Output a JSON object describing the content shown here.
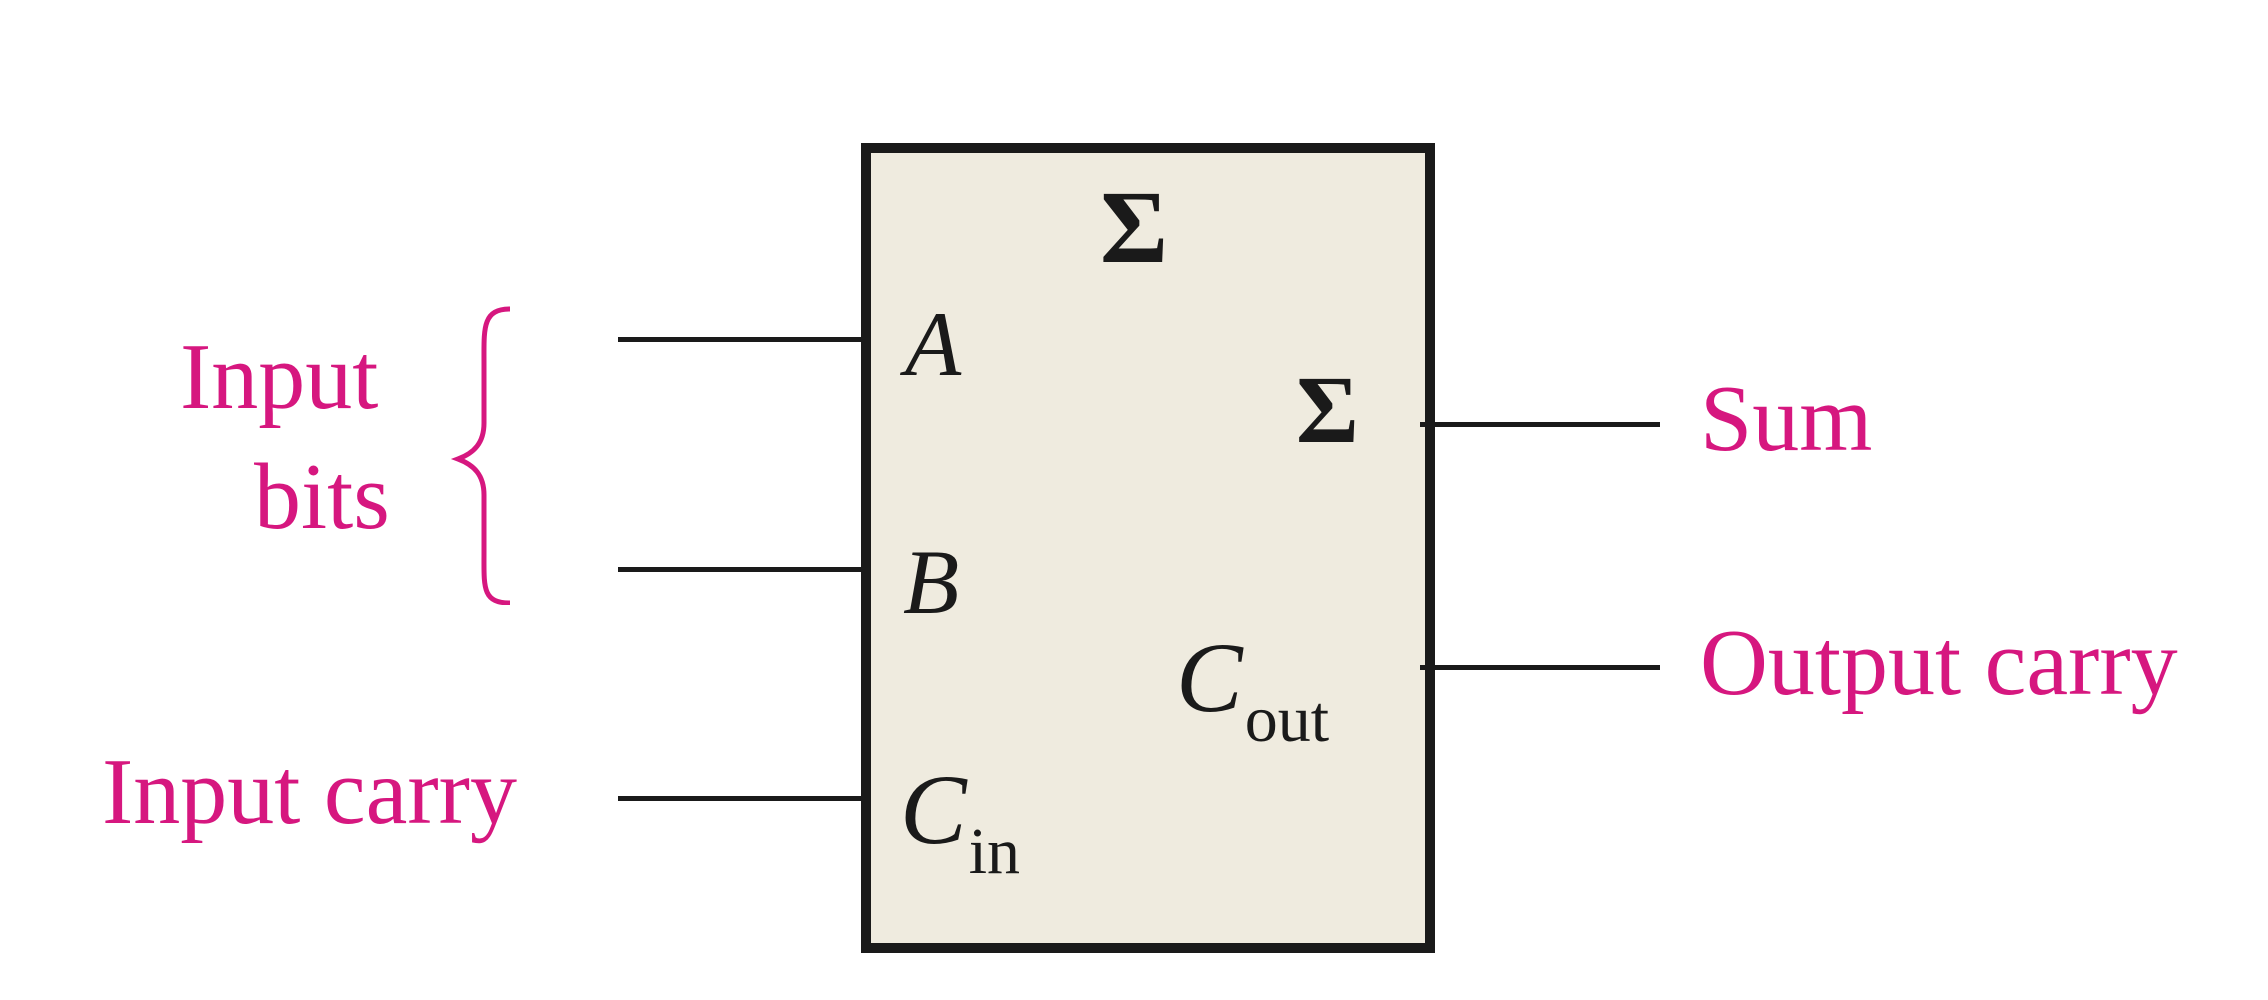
{
  "diagram": {
    "title_symbol": "Σ",
    "inputs": {
      "bits_label_line1": "Input",
      "bits_label_line2": "bits",
      "carry_label": "Input carry",
      "pin_a": "A",
      "pin_b": "B",
      "pin_cin_main": "C",
      "pin_cin_sub": "in"
    },
    "outputs": {
      "sum_label": "Sum",
      "carry_label": "Output carry",
      "pin_sum": "Σ",
      "pin_cout_main": "C",
      "pin_cout_sub": "out"
    },
    "colors": {
      "label_color": "#d6177f",
      "block_fill": "#efebdf",
      "line_color": "#1a1a1a"
    }
  }
}
